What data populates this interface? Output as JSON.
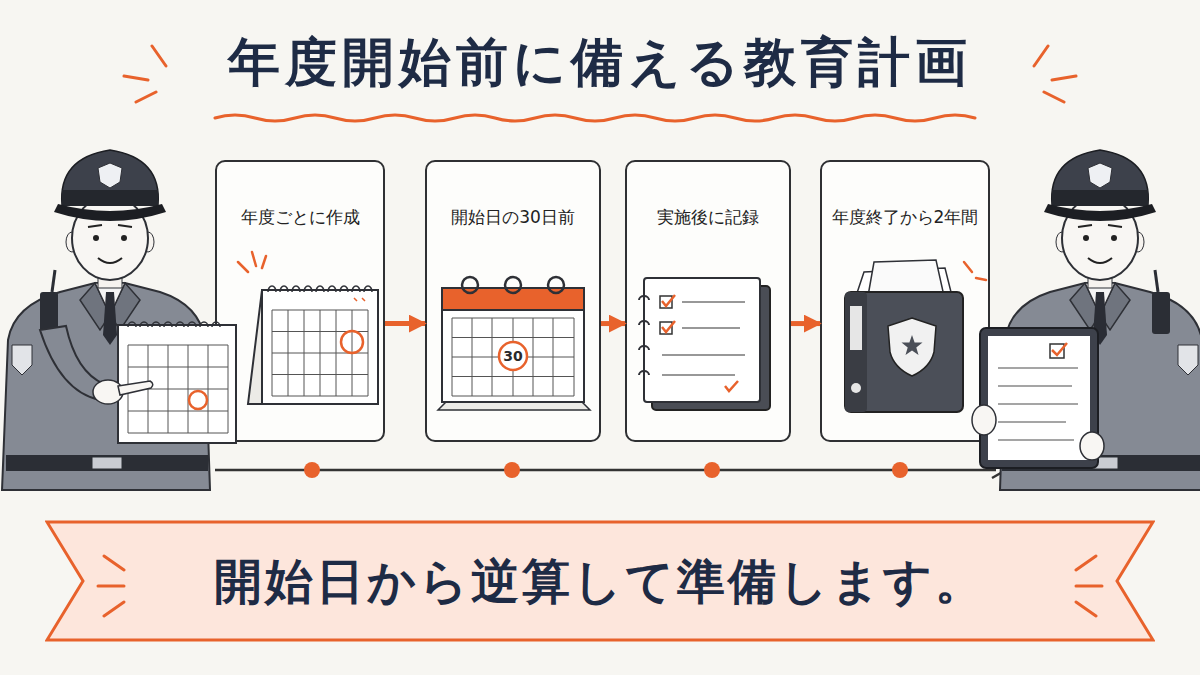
{
  "diagram": {
    "title": "年度開始前に備える教育計画",
    "nodes": [
      {
        "text": [
          "年度ごとに作成"
        ]
      },
      {
        "text": [
          "開始日の30日前"
        ]
      },
      {
        "text": [
          "実施後に記録"
        ]
      },
      {
        "text": [
          "年度終了から2年間"
        ]
      },
      {
        "text": [
          "開始日から逆算して準備します。"
        ]
      }
    ],
    "edges": [
      {
        "from": 0,
        "to": 1,
        "arrow": "to"
      },
      {
        "from": 1,
        "to": 2,
        "arrow": "to"
      },
      {
        "from": 2,
        "to": 3,
        "arrow": "to"
      }
    ],
    "labels": [
      "30"
    ]
  }
}
